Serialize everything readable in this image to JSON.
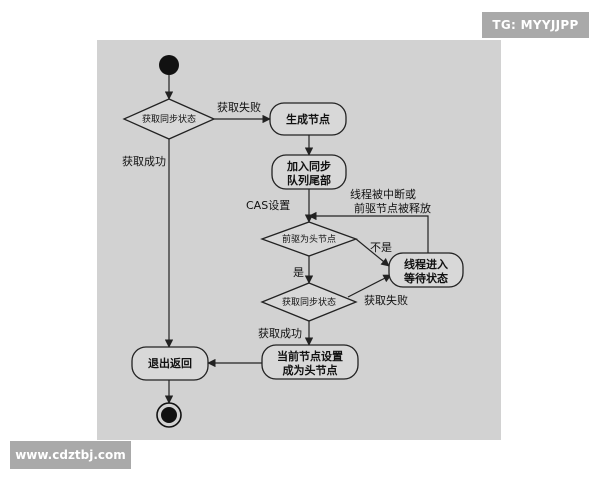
{
  "watermarks": {
    "top": "TG: MYYJJPP",
    "bottom": "www.cdztbj.com"
  },
  "nodes": {
    "decision_get_state_1": "获取同步状态",
    "generate_node": "生成节点",
    "add_queue_line1": "加入同步",
    "add_queue_line2": "队列尾部",
    "decision_prev_head": "前驱为头节点",
    "thread_wait_line1": "线程进入",
    "thread_wait_line2": "等待状态",
    "decision_get_state_2": "获取同步状态",
    "set_head_line1": "当前节点设置",
    "set_head_line2": "成为头节点",
    "exit_return": "退出返回"
  },
  "edge_labels": {
    "get_fail_1": "获取失败",
    "get_success_1": "获取成功",
    "cas_set": "CAS设置",
    "interrupted_line1": "线程被中断或",
    "interrupted_line2": "前驱节点被释放",
    "no": "不是",
    "yes": "是",
    "get_fail_2": "获取失败",
    "get_success_2": "获取成功"
  }
}
